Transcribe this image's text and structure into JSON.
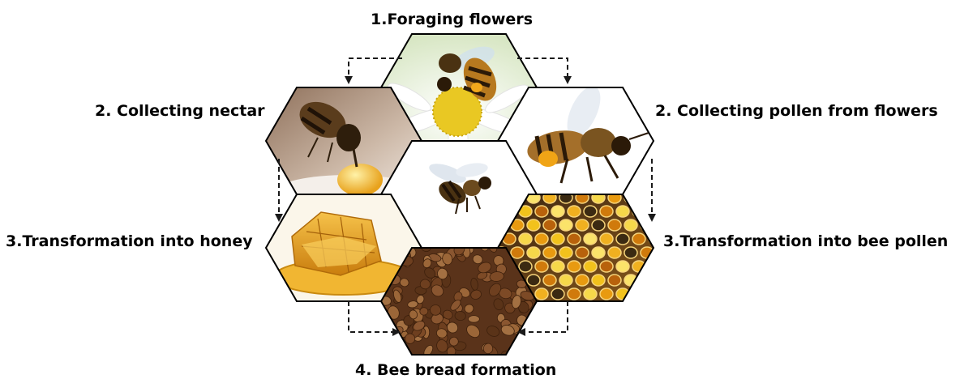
{
  "steps": {
    "foraging": "1.Foraging flowers",
    "nectar": "2. Collecting nectar",
    "pollen": "2. Collecting pollen from flowers",
    "honey": "3.Transformation into honey",
    "bee_pollen": "3.Transformation into bee pollen",
    "bee_bread": "4. Bee bread formation"
  },
  "images": {
    "top": "bee-on-daisy",
    "upper_left": "bee-drinking-nectar",
    "upper_right": "bee-with-pollen-basket",
    "center": "flying-bee",
    "lower_left": "honeycomb-with-honey",
    "lower_right": "comb-cells-with-pollen",
    "bottom": "bee-bread-granules"
  },
  "colors": {
    "outline": "#000000",
    "arrow": "#1a1a1a",
    "honey": "#e8a21c",
    "pollen": "#d9a417",
    "bee_bread": "#7a4a26"
  }
}
